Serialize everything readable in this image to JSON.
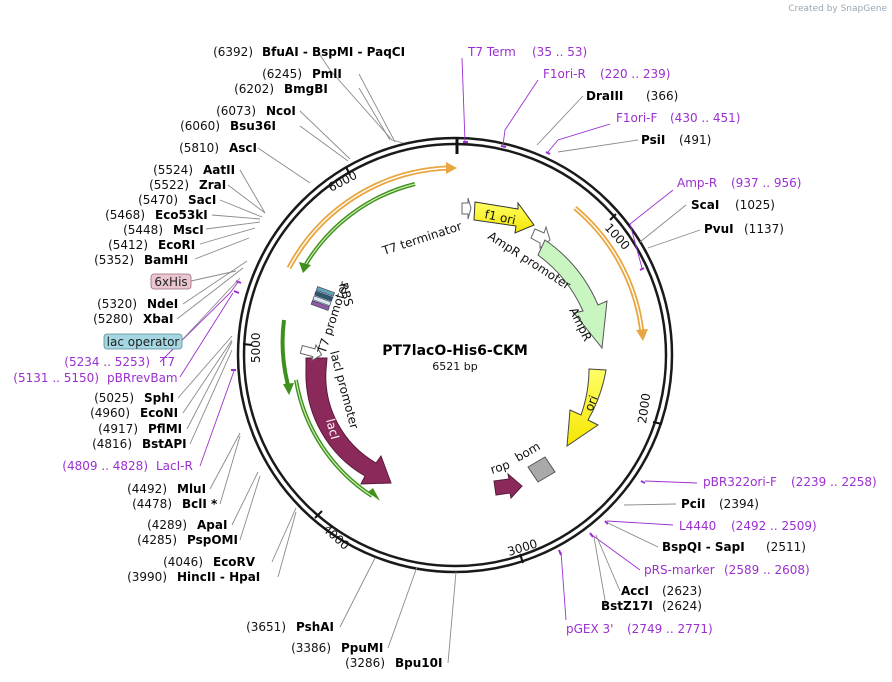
{
  "watermark": "Created by SnapGene",
  "plasmid": {
    "name": "PT7lacO-His6-CKM",
    "length_label": "6521 bp",
    "length_bp": 6521
  },
  "ticks": [
    "1000",
    "2000",
    "3000",
    "4000",
    "5000",
    "6000"
  ],
  "enzymes_left": [
    {
      "pos": "(6392)",
      "name": "BfuAI  -  BspMI  -  PaqCI"
    },
    {
      "pos": "(6245)",
      "name": "PmlI"
    },
    {
      "pos": "(6202)",
      "name": "BmgBI"
    },
    {
      "pos": "(6073)",
      "name": "NcoI"
    },
    {
      "pos": "(6060)",
      "name": "Bsu36I"
    },
    {
      "pos": "(5810)",
      "name": "AscI"
    },
    {
      "pos": "(5524)",
      "name": "AatII"
    },
    {
      "pos": "(5522)",
      "name": "ZraI"
    },
    {
      "pos": "(5470)",
      "name": "SacI"
    },
    {
      "pos": "(5468)",
      "name": "Eco53kI"
    },
    {
      "pos": "(5448)",
      "name": "MscI"
    },
    {
      "pos": "(5412)",
      "name": "EcoRI"
    },
    {
      "pos": "(5352)",
      "name": "BamHI"
    },
    {
      "pos": "(5320)",
      "name": "NdeI"
    },
    {
      "pos": "(5280)",
      "name": "XbaI"
    },
    {
      "pos": "(5025)",
      "name": "SphI"
    },
    {
      "pos": "(4960)",
      "name": "EcoNI"
    },
    {
      "pos": "(4917)",
      "name": "PflMI"
    },
    {
      "pos": "(4816)",
      "name": "BstAPI"
    },
    {
      "pos": "(4492)",
      "name": "MluI"
    },
    {
      "pos": "(4478)",
      "name": "BclI *"
    },
    {
      "pos": "(4289)",
      "name": "ApaI"
    },
    {
      "pos": "(4285)",
      "name": "PspOMI"
    },
    {
      "pos": "(4046)",
      "name": "EcoRV"
    },
    {
      "pos": "(3990)",
      "name": "HincII  -  HpaI"
    },
    {
      "pos": "(3651)",
      "name": "PshAI"
    },
    {
      "pos": "(3386)",
      "name": "PpuMI"
    },
    {
      "pos": "(3286)",
      "name": "Bpu10I"
    }
  ],
  "enzymes_right": [
    {
      "name": "DraIII",
      "pos": "(366)"
    },
    {
      "name": "PsiI",
      "pos": "(491)"
    },
    {
      "name": "ScaI",
      "pos": "(1025)"
    },
    {
      "name": "PvuI",
      "pos": "(1137)"
    },
    {
      "name": "PciI",
      "pos": "(2394)"
    },
    {
      "name": "BspQI  -  SapI",
      "pos": "(2511)"
    },
    {
      "name": "AccI",
      "pos": "(2623)"
    },
    {
      "name": "BstZ17I",
      "pos": "(2624)"
    }
  ],
  "primers_left": [
    {
      "range": "(5234 .. 5253)",
      "name": "T7"
    },
    {
      "range": "(5131 .. 5150)",
      "name": "pBRrevBam"
    },
    {
      "range": "(4809 .. 4828)",
      "name": "LacI-R"
    }
  ],
  "primers_right": [
    {
      "name": "T7 Term",
      "range": "(35 .. 53)"
    },
    {
      "name": "F1ori-R",
      "range": "(220 .. 239)"
    },
    {
      "name": "F1ori-F",
      "range": "(430 .. 451)"
    },
    {
      "name": "Amp-R",
      "range": "(937 .. 956)"
    },
    {
      "name": "pBR322ori-F",
      "range": "(2239 .. 2258)"
    },
    {
      "name": "L4440",
      "range": "(2492 .. 2509)"
    },
    {
      "name": "pRS-marker",
      "range": "(2589 .. 2608)"
    },
    {
      "name": "pGEX 3'",
      "range": "(2749 .. 2771)"
    }
  ],
  "feature_boxes": {
    "his": "6xHis",
    "lacop": "lac operator"
  },
  "features": {
    "t7_terminator": "T7 terminator",
    "f1_ori": "f1 ori",
    "ampr_promoter": "AmpR promoter",
    "ampr": "AmpR",
    "ori": "ori",
    "rop": "rop",
    "bom": "bom",
    "laci": "lacI",
    "laci_promoter": "lacI promoter",
    "rbs": "RBS",
    "t7_promoter": "T7 promoter"
  },
  "colors": {
    "backbone": "#1a1a1a",
    "primer": "#9b30d0",
    "orange_arc": "#e8a640",
    "green_arc": "#3f8f1c",
    "ampr": "#c8f5c0",
    "ori": "#ffff00",
    "laci": "#8b2a5a",
    "bom": "#a9a9a9",
    "his_box": "#e9c6d0",
    "lacop_box": "#a4d7e1"
  }
}
